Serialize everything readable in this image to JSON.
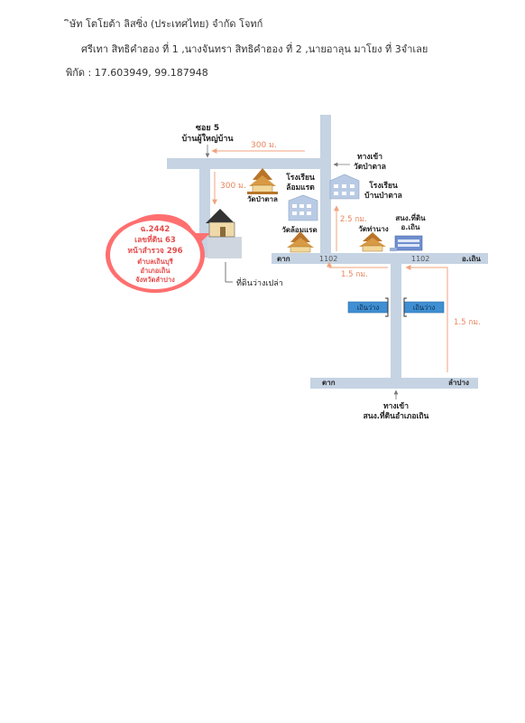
{
  "header": {
    "company": "ิษัท โตโยต้า ลิสซิ่ง (ประเทศไทย) จำกัด     โจทก์",
    "parties": "ศรีเทา สิทธิคำฮอง ที่ 1 ,นางจันทรา สิทธิคำฮอง ที่ 2 ,นายอาลุน  มาโยง ที่ 3จำเลย",
    "coords": "พิกัด : 17.603949, 99.187948"
  },
  "map": {
    "soi": "ซอย 5",
    "village_head": "บ้านผู้ใหญ่บ้าน",
    "dist_300_top": "300 ม.",
    "dist_300_side": "300 ม.",
    "wat_entrance": "ทางเข้า",
    "wat_entrance_2": "วัดป่าตาล",
    "school_lommaet": "โรงเรียน",
    "school_lommaet_2": "ล้อมแรด",
    "wat_pa_tan": "วัดป่าตาล",
    "school_ban_pa_tan": "โรงเรียน",
    "school_ban_pa_tan_2": "บ้านป่าตาล",
    "wat_lommaet": "วัดล้อมแรด",
    "dist_25": "2.5 กม.",
    "wat_tha_nang": "วัดท่านาง",
    "land_office": "สนง.ที่ดิน",
    "land_office_2": "อ.เถิน",
    "road_1102_left": "1102",
    "road_1102_right": "1102",
    "tak_top": "ตาก",
    "thoen": "อ.เถิน",
    "dist_15_left": "1.5 กม.",
    "dist_15_right": "1.5 กม.",
    "sign_left": "เถินว่าง",
    "sign_right": "เถินว่าง",
    "tak_bottom": "ตาก",
    "lampang": "ลำปาง",
    "entrance_bottom": "ทางเข้า",
    "entrance_bottom_2": "สนง.ที่ดินอำเภอเถิน",
    "vacant_land": "ที่ดินว่างเปล่า",
    "bubble": [
      "ฉ.2442",
      "เลขที่ดิน 63",
      "หน้าสำรวจ 296",
      "ตำบลเถินบุรี",
      "อำเภอเถิน",
      "จังหวัดลำปาง"
    ]
  },
  "colors": {
    "road": "#c5d3e3",
    "arrow": "#f2a37e",
    "bubble": "#ff6f6f",
    "sign": "#3f8fd2"
  }
}
